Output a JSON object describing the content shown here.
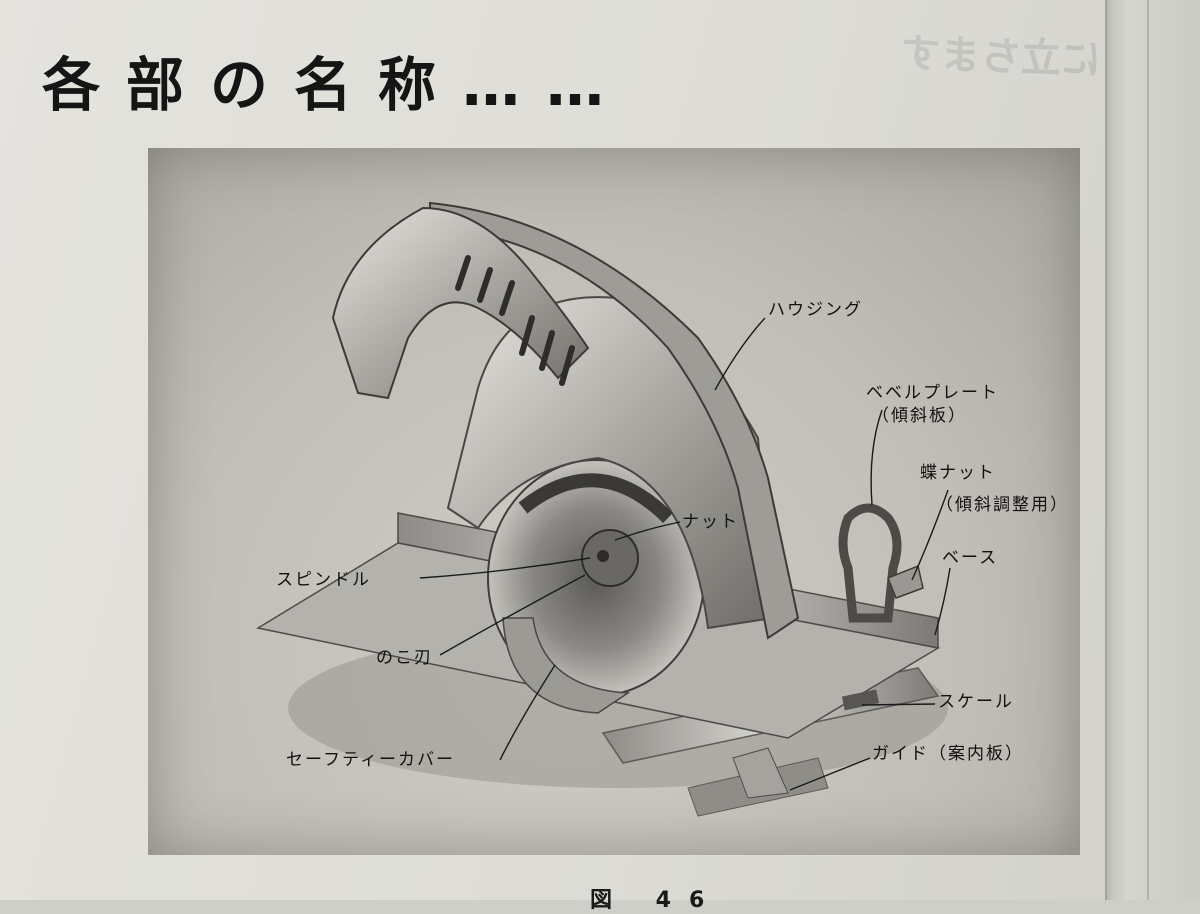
{
  "page": {
    "title": "各部の名称……",
    "figure_caption": "図 46"
  },
  "labels": {
    "housing": "ハウジング",
    "bevel_plate": "ベベルプレート",
    "bevel_plate_note": "（傾斜板）",
    "wing_nut": "蝶ナット",
    "wing_nut_note": "（傾斜調整用）",
    "nut": "ナット",
    "base": "ベース",
    "spindle": "スピンドル",
    "saw_blade": "のこ刃",
    "scale": "スケール",
    "safety_cover": "セーフティーカバー",
    "guide": "ガイド（案内板）"
  }
}
